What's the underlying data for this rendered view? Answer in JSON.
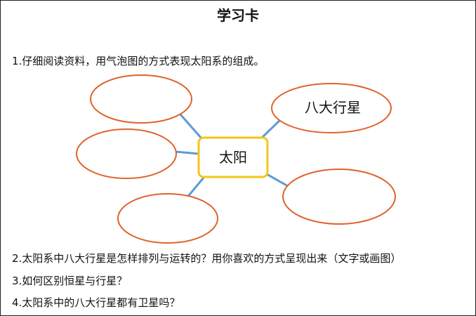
{
  "title": "学习卡",
  "questions": [
    "1.仔细阅读资料，用气泡图的方式表现太阳系的组成。",
    "2.太阳系中八大行星是怎样排列与运转的？用你喜欢的方式呈现出来（文字或画图）",
    "3.如何区别恒星与行星？",
    "4.太阳系中的八大行星都有卫星吗？"
  ],
  "bubble_map": {
    "center": "太阳",
    "bubbles": [
      "",
      "八大行星",
      "",
      "",
      ""
    ]
  },
  "colors": {
    "border": "#222222",
    "center_border": "#F5C518",
    "bubble_border": "#E0622B",
    "connector": "#5B9BD5"
  }
}
